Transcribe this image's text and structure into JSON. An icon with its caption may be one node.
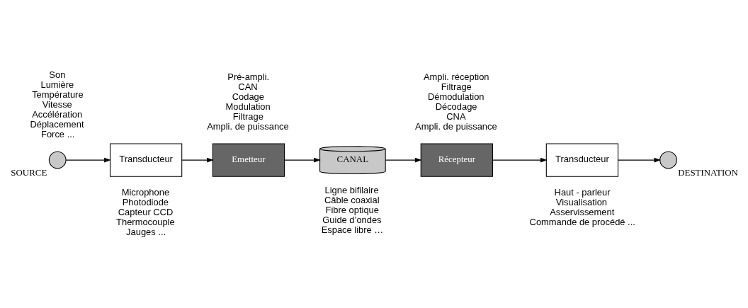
{
  "diagram": {
    "nodes": [
      {
        "text": [
          "SOURCE"
        ],
        "beside": [
          "Son",
          "Lumière",
          "Température",
          "Vitesse",
          "Accélération",
          "Déplacement",
          "Force ..."
        ]
      },
      {
        "text": [
          "Transducteur"
        ],
        "beside": [
          "Microphone",
          "Photodiode",
          "Capteur CCD",
          "Thermocouple",
          "Jauges ..."
        ]
      },
      {
        "text": [
          "Emetteur"
        ],
        "beside": [
          "Pré-ampli.",
          "CAN",
          "Codage",
          "Modulation",
          "Filtrage",
          "Ampli. de puissance"
        ]
      },
      {
        "text": [
          "CANAL"
        ],
        "beside": [
          "Ligne bifilaire",
          "Câble coaxial",
          "Fibre optique",
          "Guide d’ondes",
          "Espace libre …"
        ]
      },
      {
        "text": [
          "Récepteur"
        ],
        "beside": [
          "Ampli. réception",
          "Filtrage",
          "Démodulation",
          "Décodage",
          "CNA",
          "Ampli. de puissance"
        ]
      },
      {
        "text": [
          "Transducteur"
        ],
        "beside": [
          "Haut - parleur",
          "Visualisation",
          "Asservissement",
          "Commande de procédé ..."
        ]
      },
      {
        "text": [
          "DESTINATION"
        ]
      }
    ],
    "edges": [
      {
        "from": 0,
        "to": 1,
        "arrow": "to"
      },
      {
        "from": 1,
        "to": 2,
        "arrow": "to"
      },
      {
        "from": 2,
        "to": 3,
        "arrow": "to"
      },
      {
        "from": 3,
        "to": 4,
        "arrow": "to"
      },
      {
        "from": 4,
        "to": 5,
        "arrow": "to"
      },
      {
        "from": 5,
        "to": 6,
        "arrow": "to"
      }
    ]
  }
}
